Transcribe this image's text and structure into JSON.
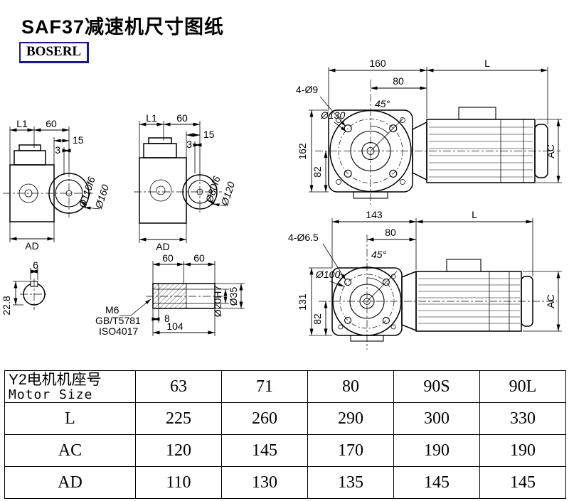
{
  "title": "SAF37减速机尺寸图纸",
  "logo": "BOSERL",
  "views": {
    "side1": {
      "l1": "L1",
      "seg": "60",
      "d15": "15",
      "d3": "3",
      "fit": "Ø110f6",
      "od": "Ø160",
      "ad": "AD"
    },
    "side2": {
      "l1": "L1",
      "seg": "60",
      "d15": "15",
      "d3": "3",
      "fit": "Ø80f6",
      "od": "Ø120",
      "ad": "AD"
    },
    "front1": {
      "w": "160",
      "l": "L",
      "holes": "4-Ø9",
      "off": "80",
      "ang": "45°",
      "bcd": "Ø130",
      "h": "162",
      "h2": "82",
      "ac": "AC"
    },
    "front2": {
      "w": "143",
      "l": "L",
      "holes": "4-Ø6.5",
      "off": "80",
      "ang": "45°",
      "bcd": "Ø100",
      "h": "131",
      "h2": "82",
      "ac": "AC"
    },
    "key": {
      "w": "6",
      "h": "22.8"
    },
    "shaft": {
      "s1": "60",
      "s2": "60",
      "thread": "M6",
      "std1": "GB/T5781",
      "std2": "ISO4017",
      "d8": "8",
      "len": "104",
      "bore": "Ø20H7",
      "od": "Ø35"
    }
  },
  "table": {
    "header": {
      "label_cn": "Y2电机机座号",
      "label_en": "Motor Size",
      "sizes": [
        "63",
        "71",
        "80",
        "90S",
        "90L"
      ]
    },
    "rows": [
      {
        "label": "L",
        "values": [
          "225",
          "260",
          "290",
          "300",
          "330"
        ]
      },
      {
        "label": "AC",
        "values": [
          "120",
          "145",
          "170",
          "190",
          "190"
        ]
      },
      {
        "label": "AD",
        "values": [
          "110",
          "130",
          "135",
          "145",
          "145"
        ]
      }
    ]
  }
}
